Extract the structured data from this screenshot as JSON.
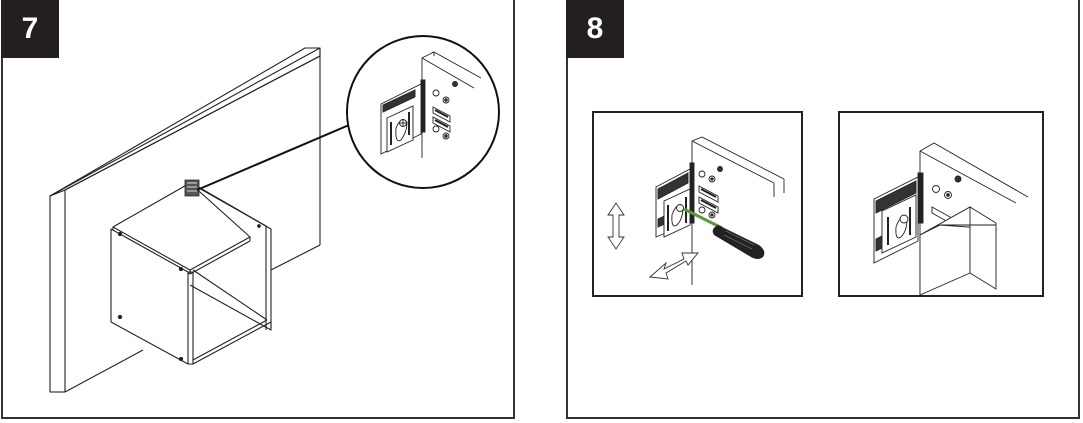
{
  "steps": [
    {
      "number": "7",
      "illustration": "cabinet-mounted-on-wall-with-hanging-bracket-detail",
      "callout": "circular-zoom-on-hanging-bracket"
    },
    {
      "number": "8",
      "illustrations": [
        {
          "id": "adjust",
          "description": "screwdriver-adjusting-bracket",
          "arrows": [
            "vertical-adjustment",
            "depth-adjustment"
          ]
        },
        {
          "id": "cover",
          "description": "bracket-cover-cap-installed"
        }
      ]
    }
  ],
  "colors": {
    "badge_bg": "#231f20",
    "badge_text": "#ffffff",
    "line": "#222222",
    "screwdriver_shaft": "#5a9a3a"
  }
}
